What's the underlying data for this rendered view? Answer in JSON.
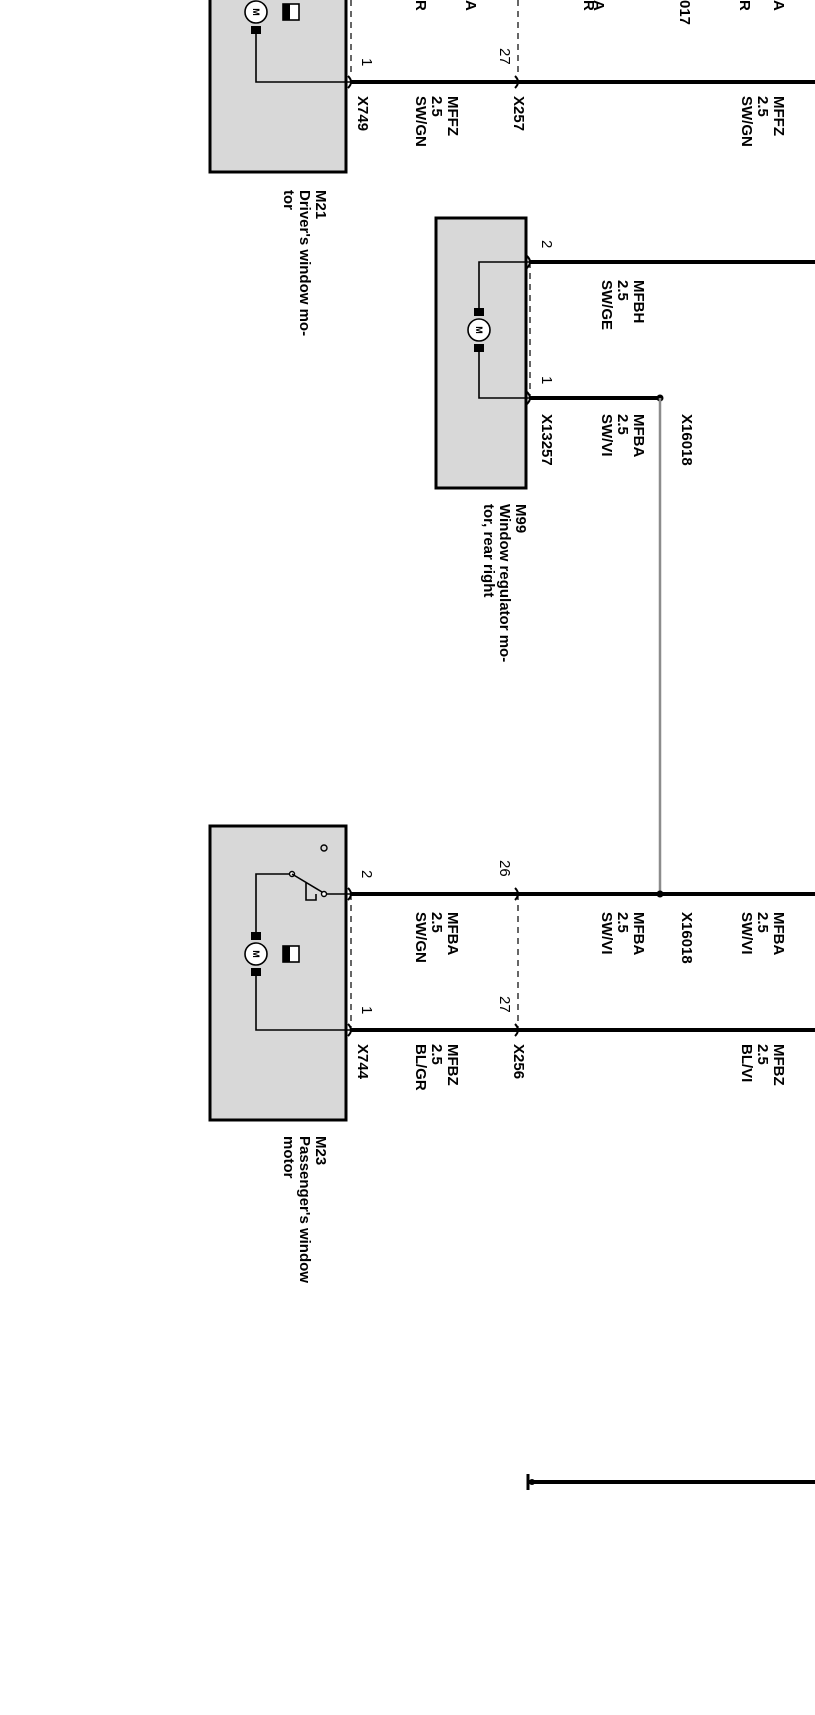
{
  "components": {
    "m21": {
      "id": "M21",
      "desc_line1": "Driver's window mo-",
      "desc_line2": "tor"
    },
    "m99": {
      "id": "M99",
      "desc_line1": "Window regulator mo-",
      "desc_line2": "tor, rear right"
    },
    "m23": {
      "id": "M23",
      "desc_line1": "Passenger's window",
      "desc_line2": "motor"
    }
  },
  "top_fragments": {
    "a1": "A",
    "a2": "R",
    "a3": "A",
    "a4": "R",
    "b1": "A",
    "b2": "017",
    "b3": "A",
    "b4": "R",
    "c1": "A",
    "c2": "R"
  },
  "driver": {
    "connector": "X749",
    "connector2": "X257",
    "pin1": "1",
    "pin27": "27",
    "wire_local": {
      "name": "MFFZ",
      "size": "2.5",
      "color": "SW/GN"
    },
    "wire_main": {
      "name": "MFFZ",
      "size": "2.5",
      "color": "SW/GN"
    }
  },
  "rear_right": {
    "connector": "X13257",
    "splice": "X16018",
    "pin2": "2",
    "pin1": "1",
    "wire_pin2": {
      "name": "MFBH",
      "size": "2.5",
      "color": "SW/GE"
    },
    "wire_pin1": {
      "name": "MFBA",
      "size": "2.5",
      "color": "SW/VI"
    }
  },
  "passenger": {
    "connector": "X744",
    "connector2": "X256",
    "splice": "X16018",
    "pin2": "2",
    "pin1": "1",
    "pin26": "26",
    "pin27": "27",
    "wire_a_local": {
      "name": "MFBA",
      "size": "2.5",
      "color": "SW/GN"
    },
    "wire_a_mid": {
      "name": "MFBA",
      "size": "2.5",
      "color": "SW/VI"
    },
    "wire_a_main": {
      "name": "MFBA",
      "size": "2.5",
      "color": "SW/VI"
    },
    "wire_b_local": {
      "name": "MFBZ",
      "size": "2.5",
      "color": "BL/GR"
    },
    "wire_b_main": {
      "name": "MFBZ",
      "size": "2.5",
      "color": "BL/VI"
    }
  },
  "motor_symbol": "M"
}
